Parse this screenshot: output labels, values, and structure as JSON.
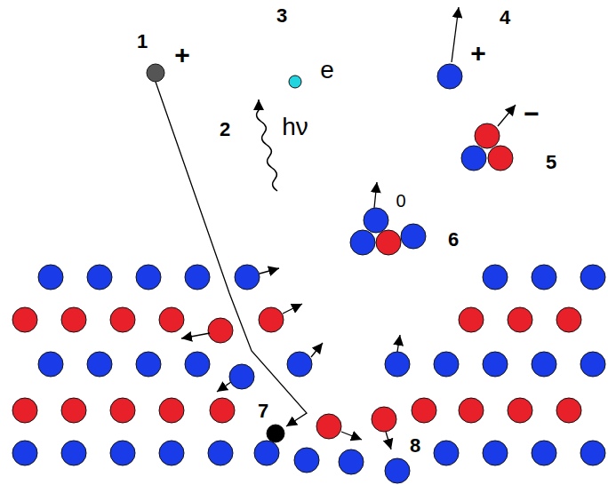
{
  "diagram": {
    "labels": [
      "1",
      "+",
      "3",
      "e",
      "+",
      "4",
      "2",
      "hν",
      "−",
      "5",
      "0",
      "6",
      "7",
      "8"
    ]
  }
}
